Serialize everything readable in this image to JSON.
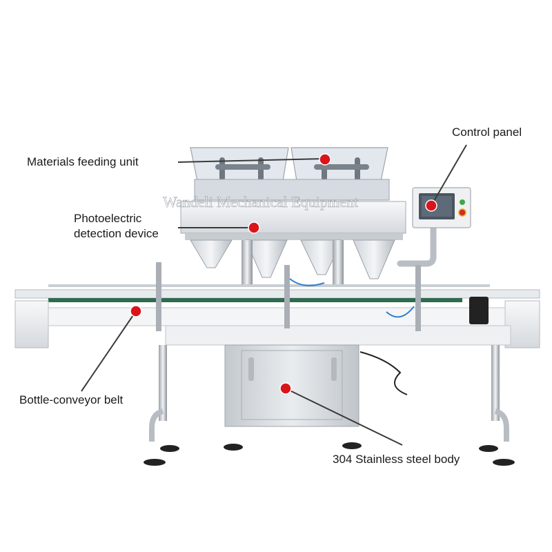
{
  "callouts": {
    "feeding_unit": "Materials feeding unit",
    "photo_line1": "Photoelectric",
    "photo_line2": "detection device",
    "control_panel": "Control panel",
    "conveyor_belt": "Bottle-conveyor belt",
    "steel_body": "304 Stainless steel body"
  },
  "watermark": "Wandeli Mechanical Equipment",
  "colors": {
    "marker": "#d9151b",
    "leader": "#3a3a3a",
    "steel_light": "#eef0f2",
    "steel_mid": "#c9cdd2",
    "steel_dark": "#8f959c",
    "belt_green": "#2f6b4e",
    "hopper_clear": "#dfe4ea",
    "panel_screen": "#4a5561"
  },
  "icons": {
    "marker": "red-dot-marker",
    "buttons": [
      "green-button",
      "red-stop-button"
    ]
  }
}
